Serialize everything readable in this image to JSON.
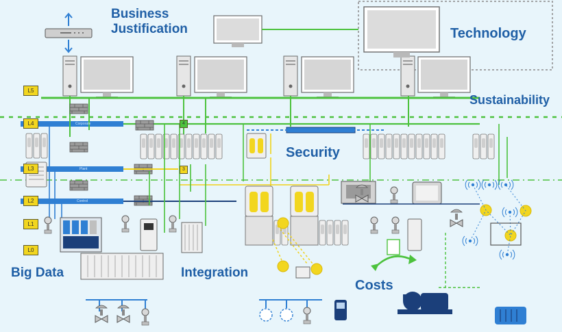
{
  "themes": {
    "business": "Business\nJustification",
    "technology": "Technology",
    "sustainability": "Sustainability",
    "security": "Security",
    "big_data": "Big Data",
    "integration": "Integration",
    "costs": "Costs"
  },
  "levels": [
    "L5",
    "L4",
    "L3",
    "L2",
    "L1",
    "L0"
  ],
  "networks": {
    "corporate": "Corporate",
    "plant": "Plant",
    "control": "Control"
  },
  "zone_markers": [
    "4",
    "3"
  ],
  "colors": {
    "background": "#e8f5fb",
    "theme_text": "#1f5fa6",
    "network_green": "#4cc23d",
    "network_blue": "#2f7fd3",
    "network_navy": "#1b3f7a",
    "network_yellow": "#f0d21a",
    "level_box": "#f2d61f"
  }
}
